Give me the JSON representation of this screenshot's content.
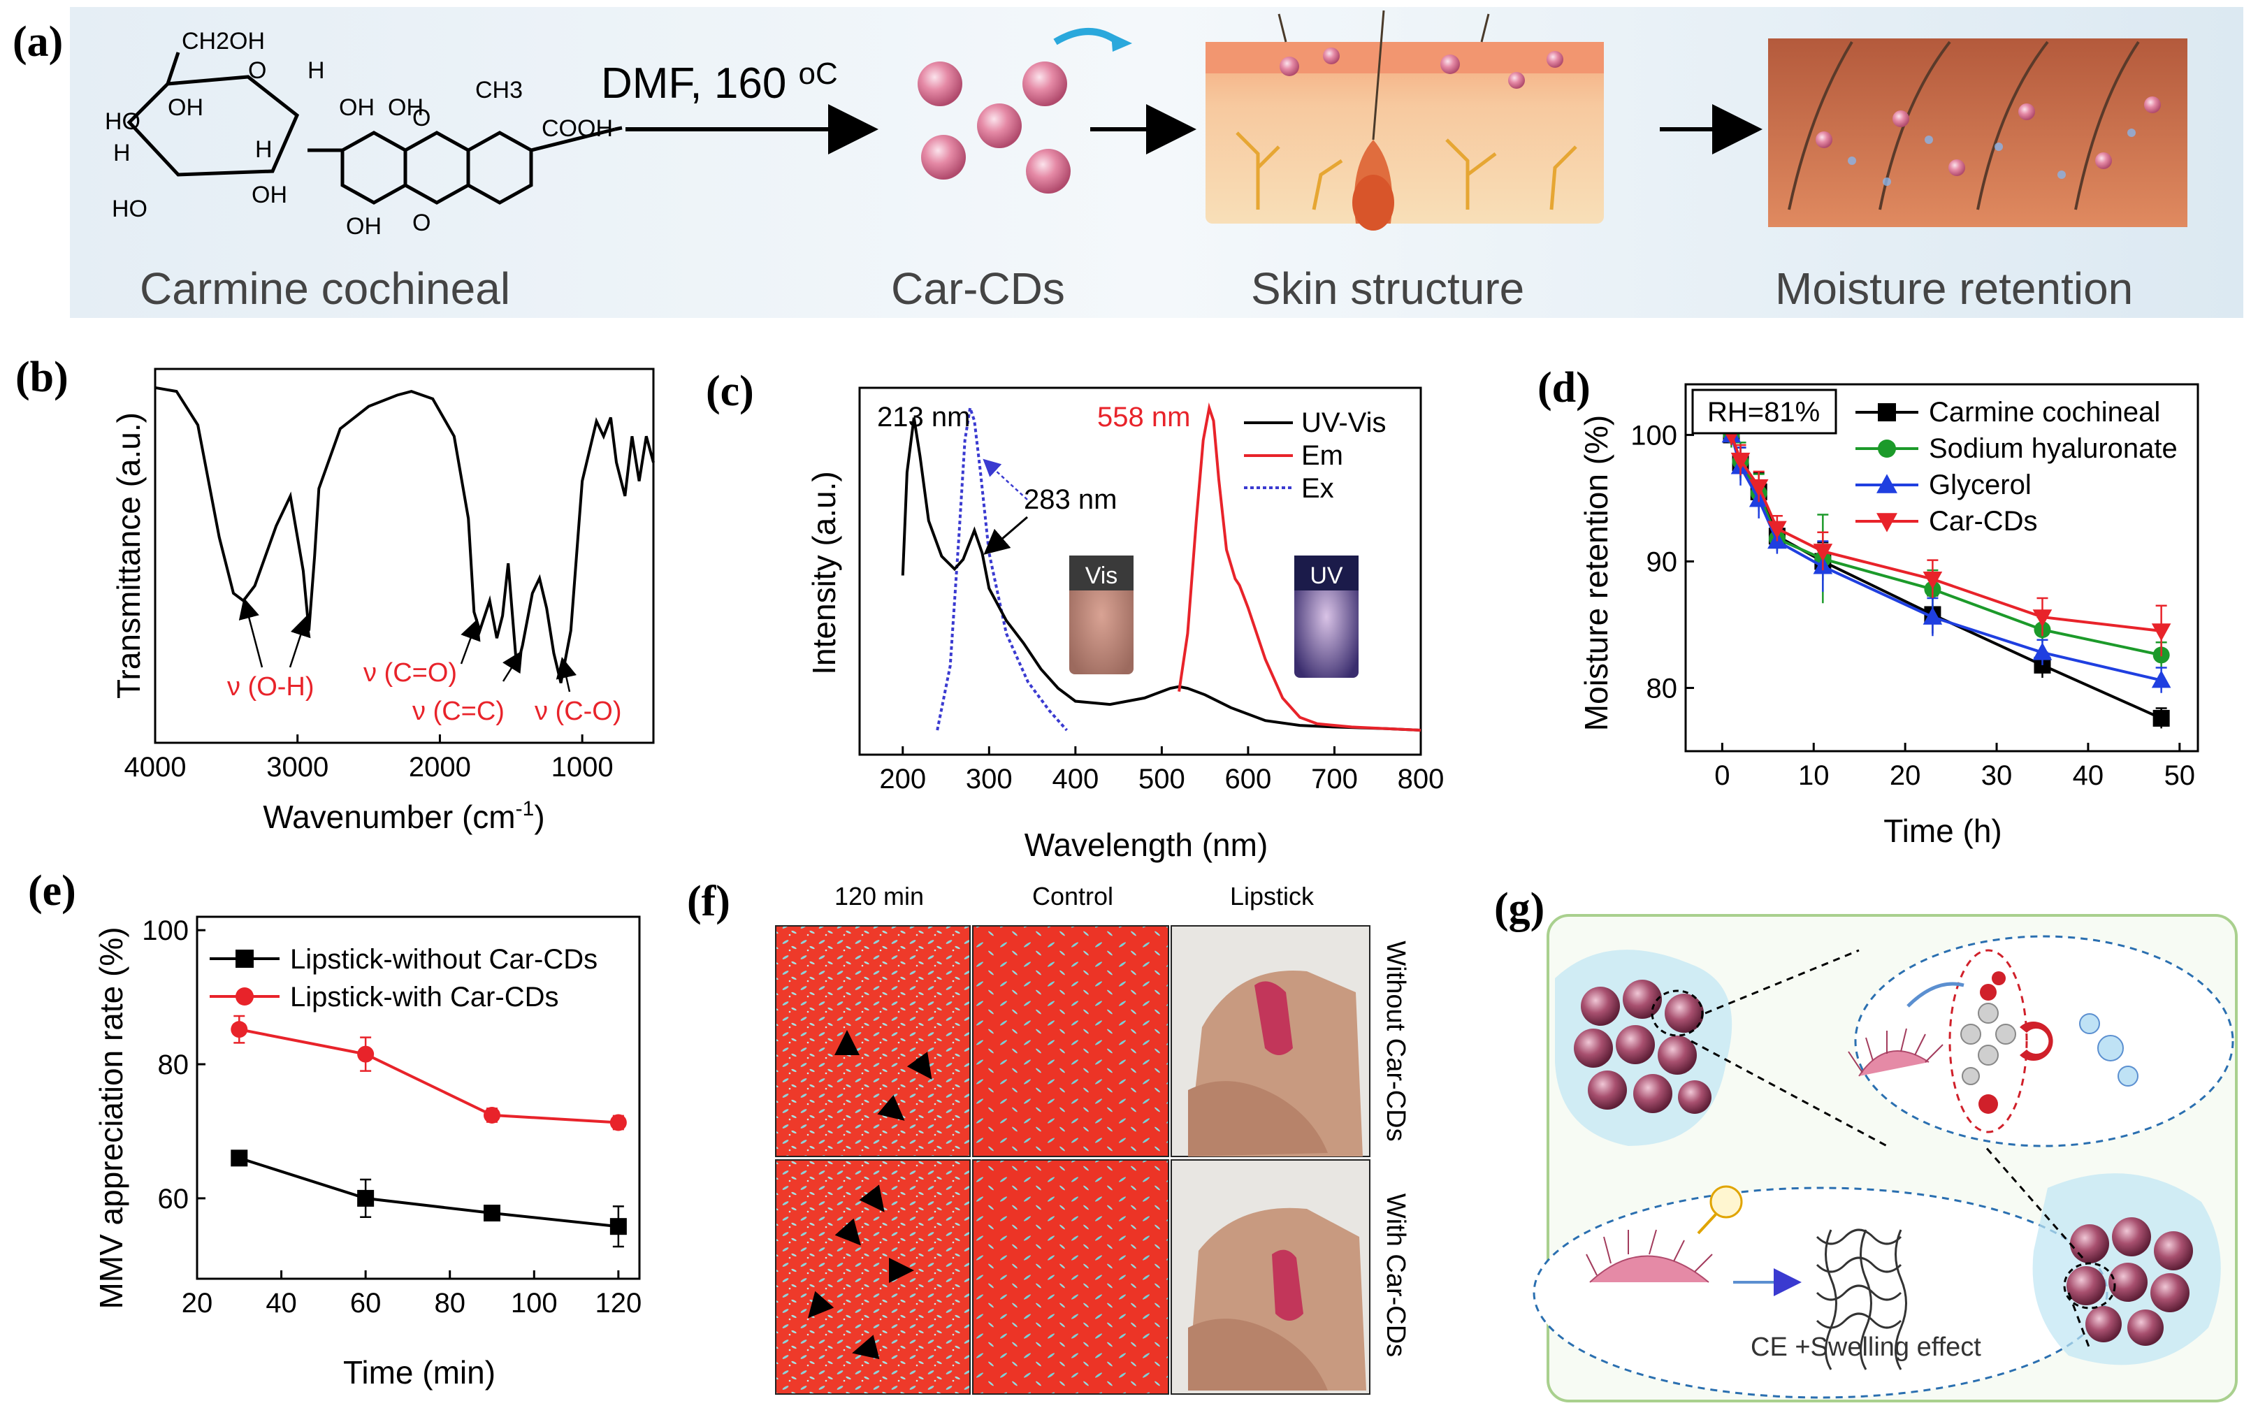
{
  "colors": {
    "black": "#000000",
    "red": "#e8232a",
    "green": "#1c9a2a",
    "blue": "#1f3fe0",
    "ex_blue": "#3a3ad0",
    "pink_dot": "#e58aa6"
  },
  "panel_labels": {
    "a": "(a)",
    "b": "(b)",
    "c": "(c)",
    "d": "(d)",
    "e": "(e)",
    "f": "(f)",
    "g": "(g)"
  },
  "panel_a": {
    "reaction": "DMF, 160 ",
    "reaction_unit": "oC",
    "captions": [
      "Carmine cochineal",
      "Car-CDs",
      "Skin structure",
      "Moisture retention"
    ],
    "molecule_labels": [
      "CH2OH",
      "O",
      "H",
      "OH",
      "OH",
      "O",
      "CH3",
      "COOH",
      "HO",
      "OH",
      "H",
      "H",
      "HO",
      "OH",
      "OH",
      "O"
    ]
  },
  "panel_b": {
    "xlabel": "Wavenumber (cm",
    "xlabel_sup": "-1",
    "xlabel_end": ")",
    "ylabel": "Transmittance (a.u.)",
    "annotations": [
      "ν (O-H)",
      "ν (C=O)",
      "ν (C=C)",
      "ν (C-O)"
    ],
    "chart_data": {
      "type": "line",
      "xlabel": "Wavenumber (cm-1)",
      "ylabel": "Transmittance (a.u.)",
      "xlim": [
        4000,
        500
      ],
      "xticks": [
        "4000",
        "3000",
        "2000",
        "1000"
      ],
      "series": [
        {
          "x": [
            4000,
            3850,
            3700,
            3550,
            3450,
            3380,
            3300,
            3150,
            3050,
            2960,
            2920,
            2880,
            2850,
            2700,
            2500,
            2300,
            2200,
            2050,
            1900,
            1800,
            1760,
            1720,
            1650,
            1600,
            1560,
            1520,
            1460,
            1420,
            1350,
            1300,
            1250,
            1200,
            1150,
            1080,
            1000,
            900,
            850,
            800,
            760,
            700,
            650,
            600,
            550,
            500
          ],
          "y": [
            0.95,
            0.94,
            0.85,
            0.55,
            0.4,
            0.38,
            0.42,
            0.58,
            0.66,
            0.46,
            0.3,
            0.5,
            0.68,
            0.84,
            0.9,
            0.93,
            0.94,
            0.92,
            0.82,
            0.6,
            0.35,
            0.3,
            0.38,
            0.28,
            0.34,
            0.48,
            0.2,
            0.26,
            0.4,
            0.44,
            0.36,
            0.24,
            0.16,
            0.3,
            0.7,
            0.86,
            0.82,
            0.87,
            0.75,
            0.66,
            0.82,
            0.7,
            0.82,
            0.75
          ]
        }
      ]
    }
  },
  "panel_c": {
    "xlabel": "Wavelength (nm)",
    "ylabel": "Intensity (a.u.)",
    "peak_labels": [
      "213 nm",
      "283 nm",
      "558 nm"
    ],
    "vial_labels": [
      "Vis",
      "UV"
    ],
    "legend": [
      "UV-Vis",
      "Em",
      "Ex"
    ],
    "chart_data": {
      "type": "line",
      "xlabel": "Wavelength (nm)",
      "ylabel": "Intensity (a.u.)",
      "xlim": [
        150,
        800
      ],
      "xticks": [
        "200",
        "300",
        "400",
        "500",
        "600",
        "700",
        "800"
      ],
      "series": [
        {
          "name": "UV-Vis",
          "x": [
            200,
            205,
            213,
            220,
            230,
            245,
            260,
            270,
            283,
            292,
            300,
            320,
            340,
            360,
            380,
            400,
            440,
            480,
            510,
            520,
            530,
            550,
            580,
            620,
            660,
            700,
            760,
            800
          ],
          "y": [
            0.48,
            0.8,
            0.97,
            0.85,
            0.65,
            0.54,
            0.5,
            0.53,
            0.62,
            0.55,
            0.44,
            0.34,
            0.27,
            0.19,
            0.13,
            0.09,
            0.08,
            0.1,
            0.13,
            0.135,
            0.13,
            0.11,
            0.07,
            0.03,
            0.015,
            0.01,
            0.005,
            0.0
          ]
        },
        {
          "name": "Em",
          "x": [
            520,
            530,
            540,
            548,
            555,
            560,
            566,
            575,
            585,
            590,
            600,
            620,
            640,
            660,
            680,
            720,
            760,
            800
          ],
          "y": [
            0.12,
            0.3,
            0.65,
            0.9,
            1.0,
            0.96,
            0.78,
            0.56,
            0.47,
            0.45,
            0.38,
            0.22,
            0.1,
            0.04,
            0.02,
            0.01,
            0.005,
            0.0
          ]
        },
        {
          "name": "Ex",
          "x": [
            240,
            255,
            265,
            272,
            278,
            283,
            290,
            300,
            320,
            345,
            370,
            390
          ],
          "y": [
            0.0,
            0.2,
            0.6,
            0.9,
            1.0,
            0.96,
            0.8,
            0.55,
            0.3,
            0.15,
            0.06,
            0.0
          ]
        }
      ]
    }
  },
  "panel_d": {
    "xlabel": "Time (h)",
    "ylabel": "Moisture retention (%)",
    "rh_box": "RH=81%",
    "legend": [
      "Carmine cochineal",
      "Sodium hyaluronate",
      "Glycerol",
      "Car-CDs"
    ],
    "chart_data": {
      "type": "line",
      "xlabel": "Time (h)",
      "ylabel": "Moisture retention (%)",
      "xlim": [
        -4,
        52
      ],
      "ylim": [
        75,
        104
      ],
      "xticks": [
        "0",
        "10",
        "20",
        "30",
        "40",
        "50"
      ],
      "yticks": [
        "80",
        "90",
        "100"
      ],
      "x": [
        1,
        2,
        4,
        6,
        11,
        23,
        35,
        48
      ],
      "series": [
        {
          "name": "Carmine cochineal",
          "values": [
            100,
            97.8,
            95.5,
            92.0,
            90.0,
            85.8,
            81.8,
            77.6
          ],
          "err": [
            0.8,
            1.2,
            1.5,
            1.0,
            1.5,
            1.5,
            1.0,
            0.8
          ]
        },
        {
          "name": "Sodium hyaluronate",
          "values": [
            100,
            97.9,
            95.4,
            91.8,
            90.2,
            87.8,
            84.6,
            82.6
          ],
          "err": [
            1.0,
            1.5,
            1.5,
            1.0,
            3.5,
            1.5,
            1.0,
            1.0
          ]
        },
        {
          "name": "Glycerol",
          "values": [
            100,
            97.5,
            94.9,
            91.6,
            89.6,
            85.6,
            82.8,
            80.6
          ],
          "err": [
            0.8,
            1.5,
            1.5,
            1.0,
            2.0,
            1.5,
            1.0,
            1.0
          ]
        },
        {
          "name": "Car-CDs",
          "values": [
            100,
            98.0,
            95.9,
            92.6,
            90.8,
            88.6,
            85.6,
            84.5
          ],
          "err": [
            0.8,
            1.2,
            1.2,
            1.0,
            1.5,
            1.5,
            1.5,
            2.0
          ]
        }
      ]
    }
  },
  "panel_e": {
    "xlabel": "Time (min)",
    "ylabel": "MMV appreciation rate (%)",
    "legend": [
      "Lipstick-without Car-CDs",
      "Lipstick-with Car-CDs"
    ],
    "chart_data": {
      "type": "line",
      "xlabel": "Time (min)",
      "ylabel": "MMV appreciation rate (%)",
      "xlim": [
        20,
        125
      ],
      "ylim": [
        48,
        102
      ],
      "xticks": [
        "20",
        "40",
        "60",
        "80",
        "100",
        "120"
      ],
      "yticks": [
        "60",
        "80",
        "100"
      ],
      "x": [
        30,
        60,
        90,
        120
      ],
      "series": [
        {
          "name": "Lipstick-without Car-CDs",
          "values": [
            66,
            60,
            57.8,
            55.8
          ],
          "err": [
            1.0,
            2.8,
            1.0,
            3.0
          ]
        },
        {
          "name": "Lipstick-with Car-CDs",
          "values": [
            85.2,
            81.5,
            72.4,
            71.3
          ],
          "err": [
            2.0,
            2.5,
            1.0,
            1.0
          ]
        }
      ]
    }
  },
  "panel_f": {
    "col_headers": [
      "120 min",
      "Control",
      "Lipstick"
    ],
    "row_labels": [
      "Without Car-CDs",
      "With Car-CDs"
    ]
  },
  "panel_g": {
    "caption": "CE +Swelling effect"
  }
}
